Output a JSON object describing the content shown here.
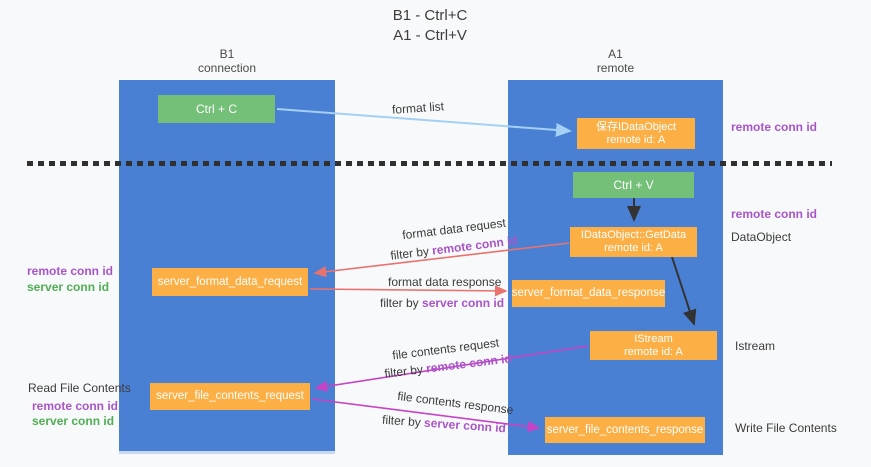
{
  "title": {
    "line1": "B1 - Ctrl+C",
    "line2": "A1 - Ctrl+V"
  },
  "columns": {
    "left": {
      "name": "B1",
      "role": "connection"
    },
    "right": {
      "name": "A1",
      "role": "remote"
    }
  },
  "nodes": {
    "ctrl_c": "Ctrl + C",
    "ctrl_v": "Ctrl + V",
    "save_dataobject": {
      "line1": "保存IDataObject",
      "line2": "remote id: A"
    },
    "getdata": {
      "line1": "IDataObject::GetData",
      "line2": "remote id: A"
    },
    "istream": {
      "line1": "IStream",
      "line2": "remote id: A"
    },
    "format_request": "server_format_data_request",
    "format_response": "server_format_data_response",
    "file_request": "server_file_contents_request",
    "file_response": "server_file_contents_response"
  },
  "edge_labels": {
    "format_list": "format list",
    "format_data_request": "format data request",
    "format_data_response": "format data response",
    "file_contents_request": "file contents request",
    "file_contents_response": "file contents response",
    "filter_by": "filter by ",
    "remote_conn_id": "remote conn id",
    "server_conn_id": "server conn id"
  },
  "side_labels": {
    "right_remote_conn_id_top": "remote conn id",
    "right_remote_conn_id_mid": "remote conn id",
    "dataobject": "DataObject",
    "istream": "Istream",
    "write_file_contents": "Write File Contents",
    "left_remote_conn_id": "remote conn id",
    "left_server_conn_id": "server conn id",
    "read_file_contents": "Read File Contents",
    "left_remote_conn_id_2": "remote conn id",
    "left_server_conn_id_2": "server conn id"
  },
  "colors": {
    "lane_blue": "#4a80d4",
    "box_green": "#74c078",
    "box_orange": "#fbaf45",
    "purple": "#a855c9",
    "green_text": "#50ae54",
    "salmon_arrow": "#e8736e",
    "magenta_arrow": "#c643c6",
    "lightblue_arrow": "#a3d0f4",
    "black_arrow": "#333333"
  }
}
